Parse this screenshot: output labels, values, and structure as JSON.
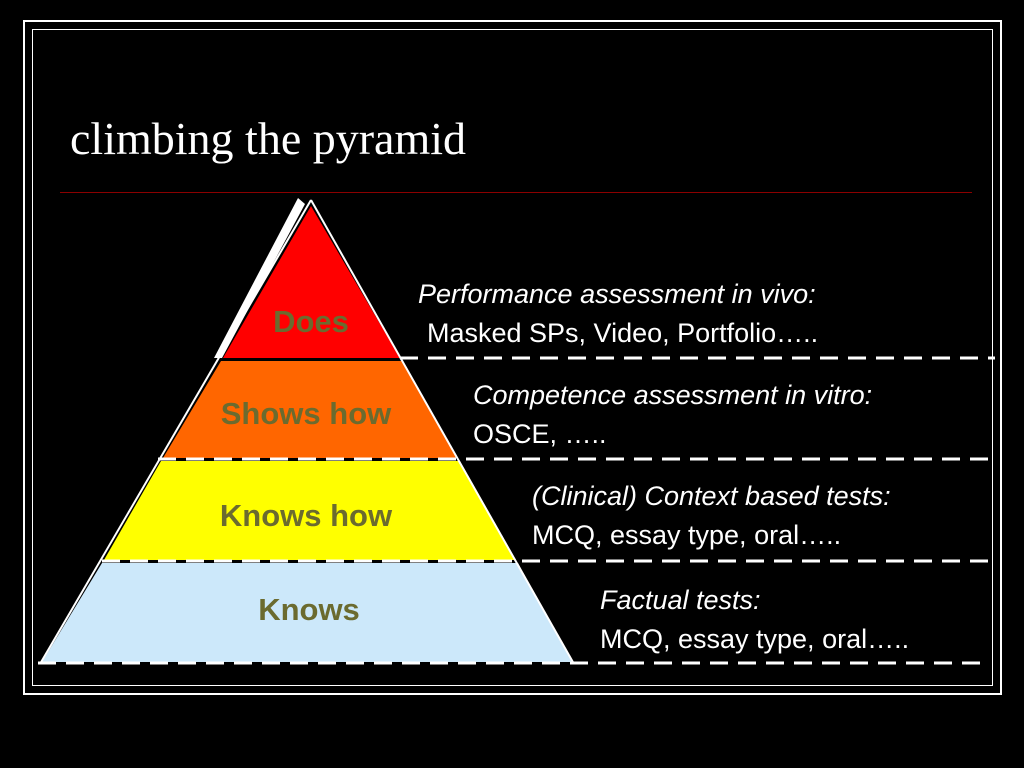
{
  "slide": {
    "title": "climbing the pyramid",
    "background_color": "#000000",
    "rule_color": "#8b0000"
  },
  "pyramid": {
    "levels": [
      {
        "label": "Does",
        "fill": "#ff0000",
        "assessment_heading": "Performance assessment in vivo:",
        "assessment_detail": "Masked SPs, Video, Portfolio….."
      },
      {
        "label": "Shows how",
        "fill": "#ff6600",
        "assessment_heading": "Competence assessment in vitro:",
        "assessment_detail": "OSCE, ….."
      },
      {
        "label": "Knows how",
        "fill": "#ffff00",
        "assessment_heading": "(Clinical) Context based tests:",
        "assessment_detail": "MCQ, essay type, oral….."
      },
      {
        "label": "Knows",
        "fill": "#cce8fa",
        "assessment_heading": "Factual tests:",
        "assessment_detail": "MCQ, essay type, oral….."
      }
    ],
    "label_color": "#6b6b2f",
    "divider_color": "#ffffff"
  }
}
